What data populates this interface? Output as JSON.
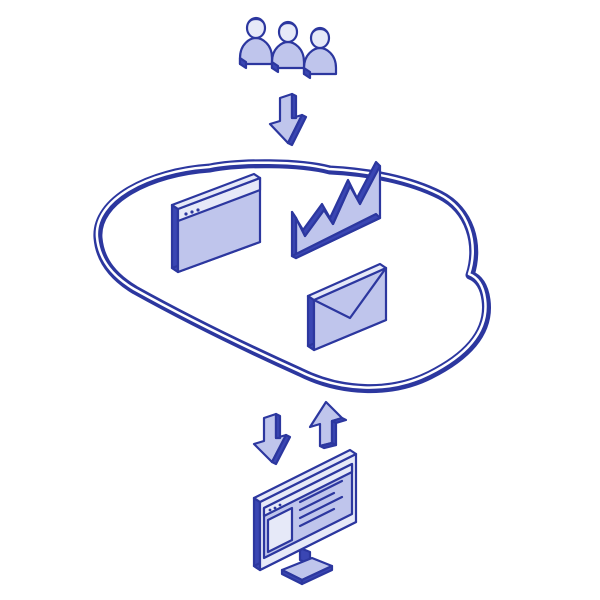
{
  "illustration": {
    "style": "isometric line art",
    "colors": {
      "primary": "#3a46b3",
      "outline": "#2c379f",
      "face_light": "#e6e9f8",
      "face_mid": "#bfc5ec",
      "face_dark": "#8c96d8",
      "highlight": "#ffffff",
      "background": "#ffffff"
    },
    "elements": [
      {
        "name": "users-group-icon",
        "count": 3
      },
      {
        "name": "arrow-down-icon"
      },
      {
        "name": "cloud-outline"
      },
      {
        "name": "browser-window-icon"
      },
      {
        "name": "line-chart-icon"
      },
      {
        "name": "envelope-icon"
      },
      {
        "name": "download-arrow-icon"
      },
      {
        "name": "upload-arrow-icon"
      },
      {
        "name": "desktop-monitor-icon"
      }
    ]
  }
}
